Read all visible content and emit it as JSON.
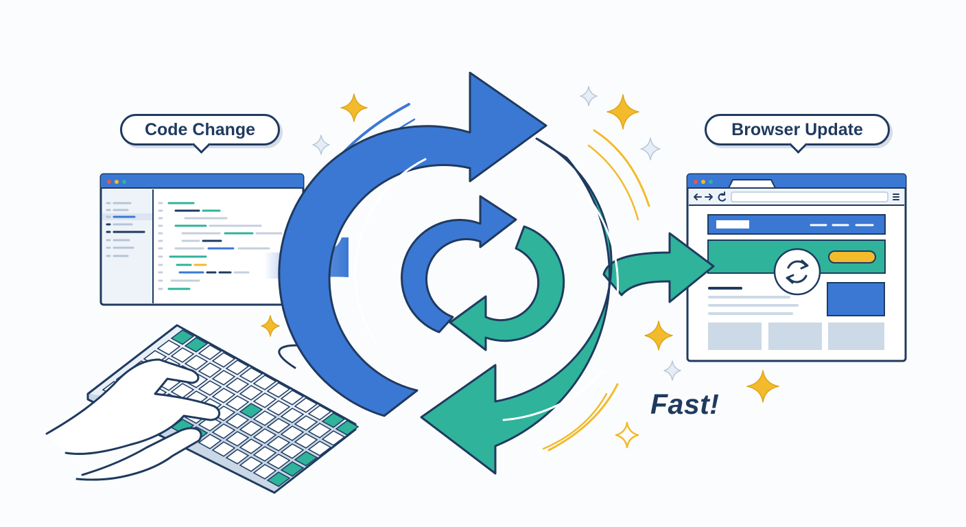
{
  "labels": {
    "code_change": "Code Change",
    "browser_update": "Browser Update",
    "fast": "Fast!"
  },
  "colors": {
    "navy_outline": "#1f3a5f",
    "blue": "#3a78d4",
    "teal": "#2fb39b",
    "yellow_accent": "#f2bb2c",
    "light_panel": "#eef3f9",
    "placeholder_gray": "#ccd9e6"
  },
  "icons": {
    "refresh_cycle": "refresh-cycle-icon",
    "sparkle": "sparkle-icon",
    "keyboard": "keyboard-icon",
    "hands": "hands-icon",
    "refresh_badge": "refresh-badge-icon"
  }
}
